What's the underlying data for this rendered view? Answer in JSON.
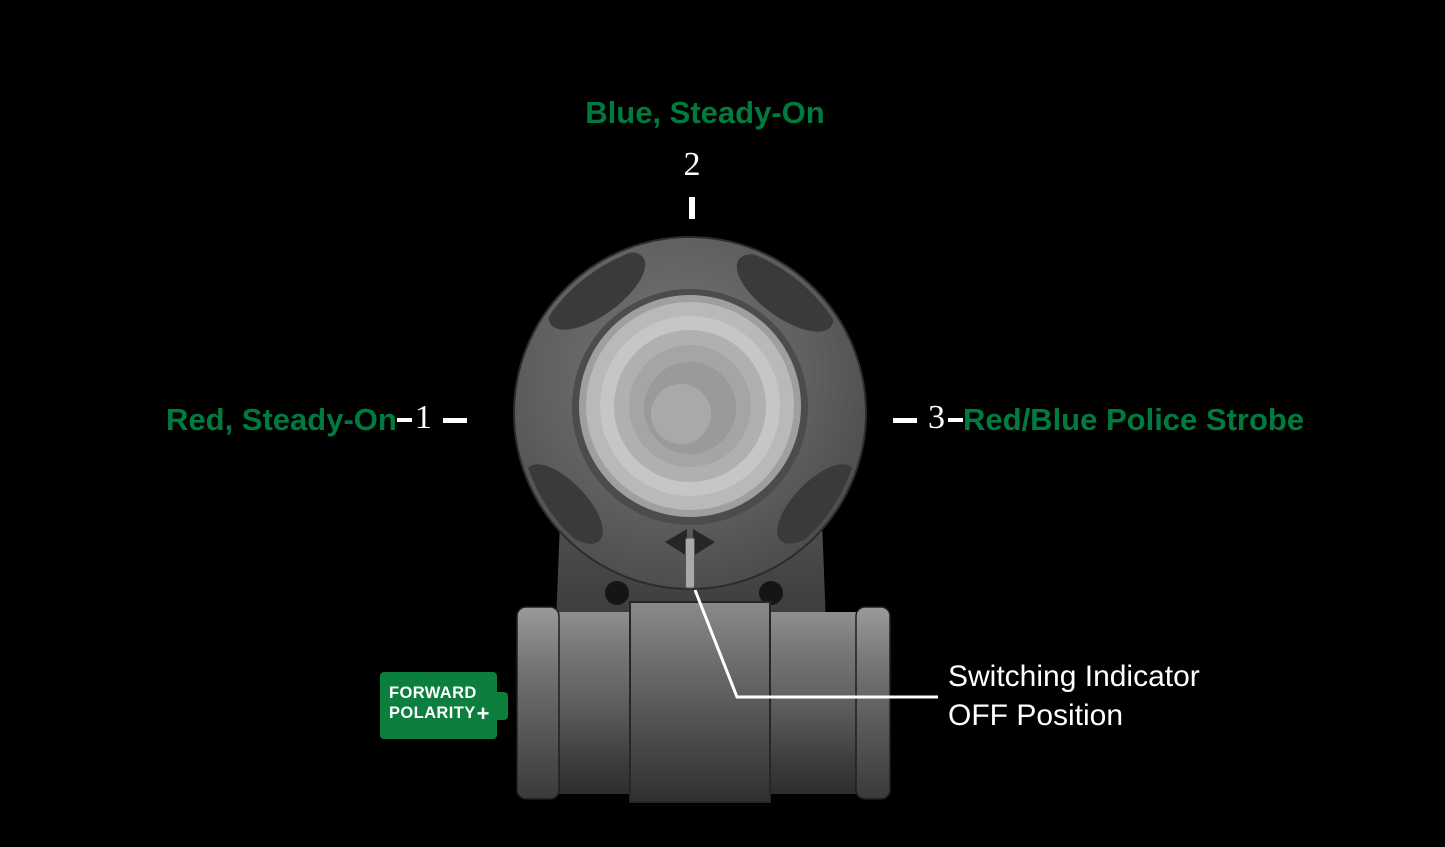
{
  "labels": {
    "top": {
      "text": "Blue, Steady-On",
      "number": "2"
    },
    "left": {
      "text": "Red, Steady-On",
      "number": "1"
    },
    "right": {
      "text": "Red/Blue Police Strobe",
      "number": "3"
    },
    "callout": {
      "line1": "Switching Indicator",
      "line2": "OFF Position"
    }
  },
  "badge": {
    "line1": "FORWARD",
    "line2": "POLARITY",
    "plus": "+"
  },
  "icons": {
    "switching_indicator": "pointer-pin-icon",
    "forward_polarity": "battery-plus-icon"
  },
  "colors": {
    "background": "#000000",
    "label_green": "#007B3E",
    "badge_green": "#0C7F3F",
    "text_white": "#FFFFFF",
    "leader_line": "#FFFFFF"
  }
}
